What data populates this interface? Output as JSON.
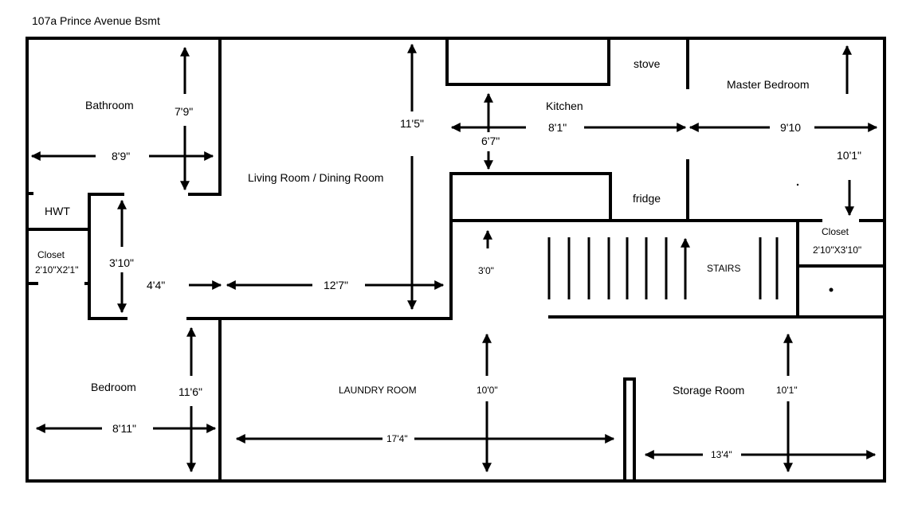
{
  "title": "107a Prince Avenue Bsmt",
  "rooms": {
    "bathroom": "Bathroom",
    "living": "Living Room / Dining Room",
    "kitchen": "Kitchen",
    "stove": "stove",
    "fridge": "fridge",
    "master": "Master Bedroom",
    "hwt": "HWT",
    "closet_left": "Closet",
    "closet_left_dim": "2'10\"X2'1\"",
    "closet_right": "Closet",
    "closet_right_dim": "2'10\"X3'10\"",
    "stairs": "STAIRS",
    "bedroom": "Bedroom",
    "laundry": "LAUNDRY ROOM",
    "storage": "Storage Room"
  },
  "dimensions": {
    "bath_w": "8'9\"",
    "bath_h": "7'9\"",
    "living_h": "11'5\"",
    "kitchen_h": "6'7\"",
    "kitchen_w": "8'1\"",
    "master_w": "9'10",
    "master_h": "10'1\"",
    "hall_h": "3'10\"",
    "hall_w": "4'4\"",
    "living_w": "12'7\"",
    "stair_gap": "3'0\"",
    "bedroom_h": "11'6\"",
    "bedroom_w": "8'11\"",
    "laundry_w": "17'4\"",
    "laundry_h": "10'0\"",
    "storage_w": "13'4\"",
    "storage_h": "10'1\""
  }
}
